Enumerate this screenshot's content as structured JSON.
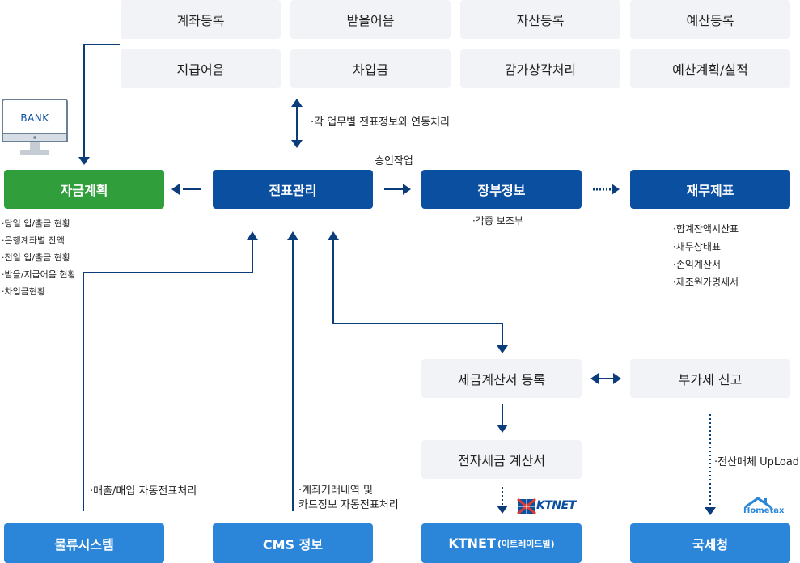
{
  "top_modules": {
    "row1": [
      "계좌등록",
      "받을어음",
      "자산등록",
      "예산등록"
    ],
    "row2": [
      "지급어음",
      "차입금",
      "감가상각처리",
      "예산계획/실적"
    ]
  },
  "sync_note": "·각 업무별 전표정보와 연동처리",
  "bank_label": "BANK",
  "main_row": {
    "fund_plan": "자금계획",
    "voucher": "전표관리",
    "approval": "승인작업",
    "ledger": "장부정보",
    "financial": "재무제표"
  },
  "fund_notes": [
    "·당일 입/출금 현황",
    "·은행계좌별 잔액",
    "·전일 입/출금 현황",
    "·받을/지급어음 현황",
    "·차입금현황"
  ],
  "ledger_note": "·각종 보조부",
  "financial_notes": [
    "·합계잔액시산표",
    "·재무상태표",
    "·손익계산서",
    "·제조원가명세서"
  ],
  "tax": {
    "invoice_reg": "세금계산서 등록",
    "vat": "부가세 신고",
    "e_invoice": "전자세금 계산서",
    "upload_note": "·전산매체 UpLoad"
  },
  "flow_notes": {
    "logistics": "·매출/매입 자동전표처리",
    "cms_line1": "·계좌거래내역 및",
    "cms_line2": "카드정보 자동전표처리"
  },
  "bottom_row": {
    "logistics": "물류시스템",
    "cms": "CMS 정보",
    "ktnet": "KTNET",
    "ktnet_sub": "(이트레이드빌)",
    "nts": "국세청"
  },
  "logos": {
    "ktnet": "KTNET",
    "hometax": "Hometax"
  },
  "colors": {
    "dark_blue": "#0b4fa1",
    "green": "#2f9e3b",
    "mid_blue": "#2b86d9",
    "light_box": "#f1f3f6"
  }
}
